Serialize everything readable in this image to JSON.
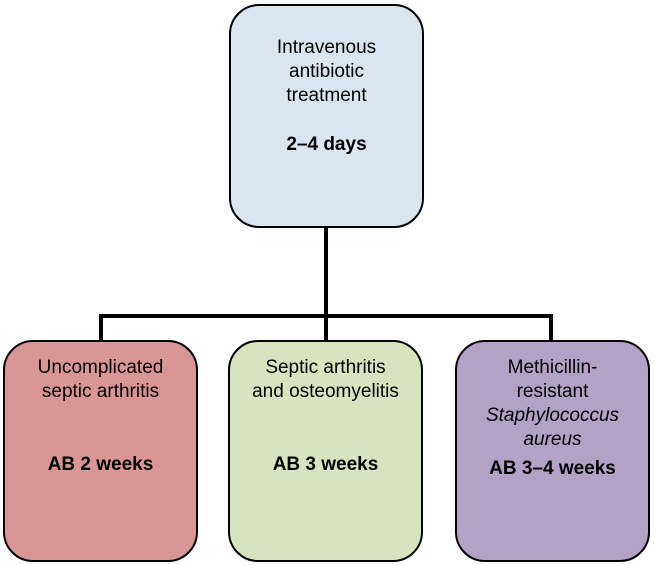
{
  "top": {
    "lines": [
      "Intravenous",
      "antibiotic",
      "treatment"
    ],
    "duration": "2–4 days",
    "fill": "#dbe5ef"
  },
  "left": {
    "lines": [
      "Uncomplicated",
      "septic arthritis"
    ],
    "duration": "AB 2 weeks",
    "fill": "#d99694"
  },
  "middle": {
    "lines": [
      "Septic arthritis",
      "and osteomyelitis"
    ],
    "duration": "AB 3 weeks",
    "fill": "#d7e4bd"
  },
  "right": {
    "lines": [
      "Methicillin-",
      "resistant"
    ],
    "italic_lines": [
      "Staphylococcus",
      "aureus"
    ],
    "duration": "AB 3–4 weeks",
    "fill": "#b3a2c7"
  },
  "connector_color": "#000000"
}
